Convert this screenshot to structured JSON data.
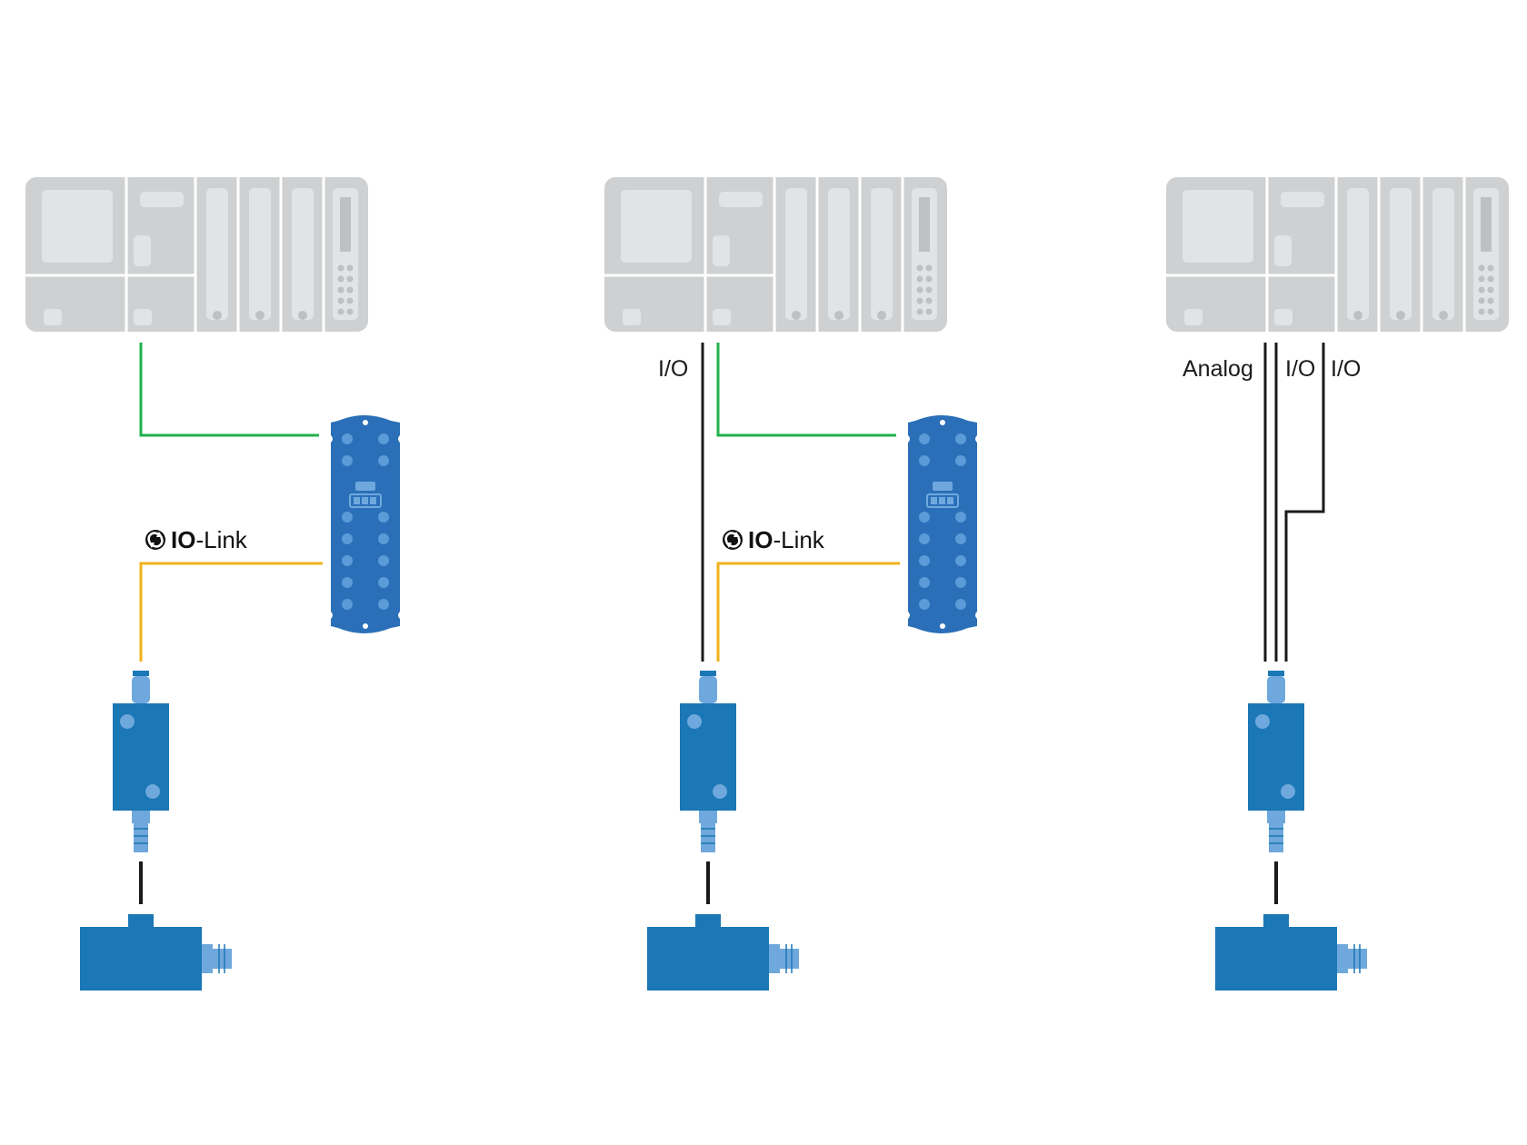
{
  "colors": {
    "plc_body": "#cfd0d1",
    "plc_panel": "#e2e3e4",
    "plc_border": "#bfc0c1",
    "plc_dot": "#e8e9ea",
    "fieldbus_line": "#22b04b",
    "iolink_line": "#f2b21b",
    "signal_line": "#1a1a1a",
    "device_blue": "#1b77b5",
    "connector_blue": "#6fa8dc",
    "master_blue": "#2a6fb8",
    "master_dot": "#5a9bd8"
  },
  "panels": [
    {
      "id": "iolink-only",
      "iolink_logo": {
        "prefix": "IO",
        "suffix": "-Link",
        "icon": "iolink-icon"
      },
      "labels": []
    },
    {
      "id": "iolink-plus-io",
      "iolink_logo": {
        "prefix": "IO",
        "suffix": "-Link",
        "icon": "iolink-icon"
      },
      "labels": [
        "I/O"
      ]
    },
    {
      "id": "conventional",
      "iolink_logo": null,
      "labels": [
        "Analog",
        "I/O",
        "I/O"
      ]
    }
  ]
}
